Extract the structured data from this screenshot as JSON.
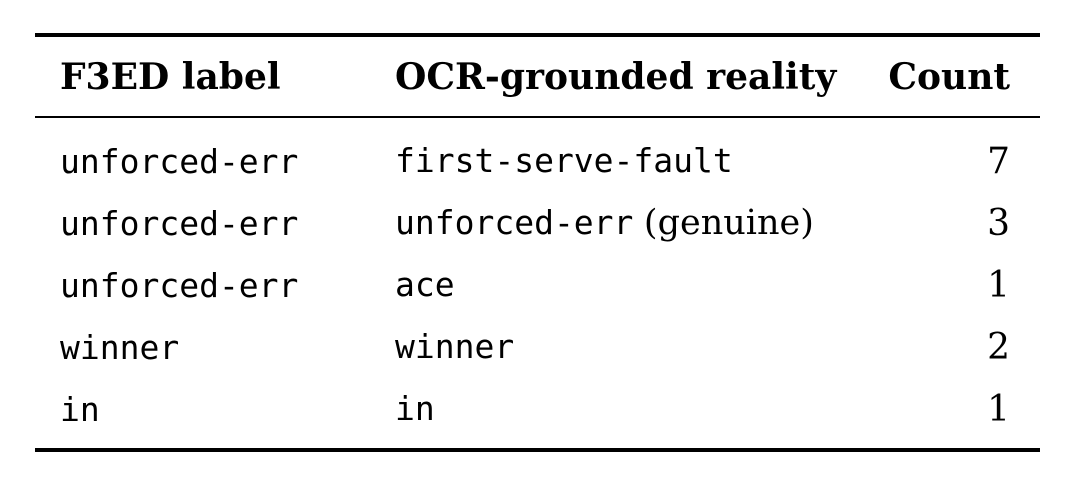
{
  "colors": {
    "background": "#ffffff",
    "text": "#000000",
    "rule": "#000000"
  },
  "table": {
    "columns": [
      {
        "label": "F3ED label"
      },
      {
        "label": "OCR-grounded reality"
      },
      {
        "label": "Count"
      }
    ],
    "rows": [
      {
        "f3ed": "unforced-err",
        "reality": "first-serve-fault",
        "note": "",
        "count": "7"
      },
      {
        "f3ed": "unforced-err",
        "reality": "unforced-err",
        "note": "(genuine)",
        "count": "3"
      },
      {
        "f3ed": "unforced-err",
        "reality": "ace",
        "note": "",
        "count": "1"
      },
      {
        "f3ed": "winner",
        "reality": "winner",
        "note": "",
        "count": "2"
      },
      {
        "f3ed": "in",
        "reality": "in",
        "note": "",
        "count": "1"
      }
    ]
  }
}
